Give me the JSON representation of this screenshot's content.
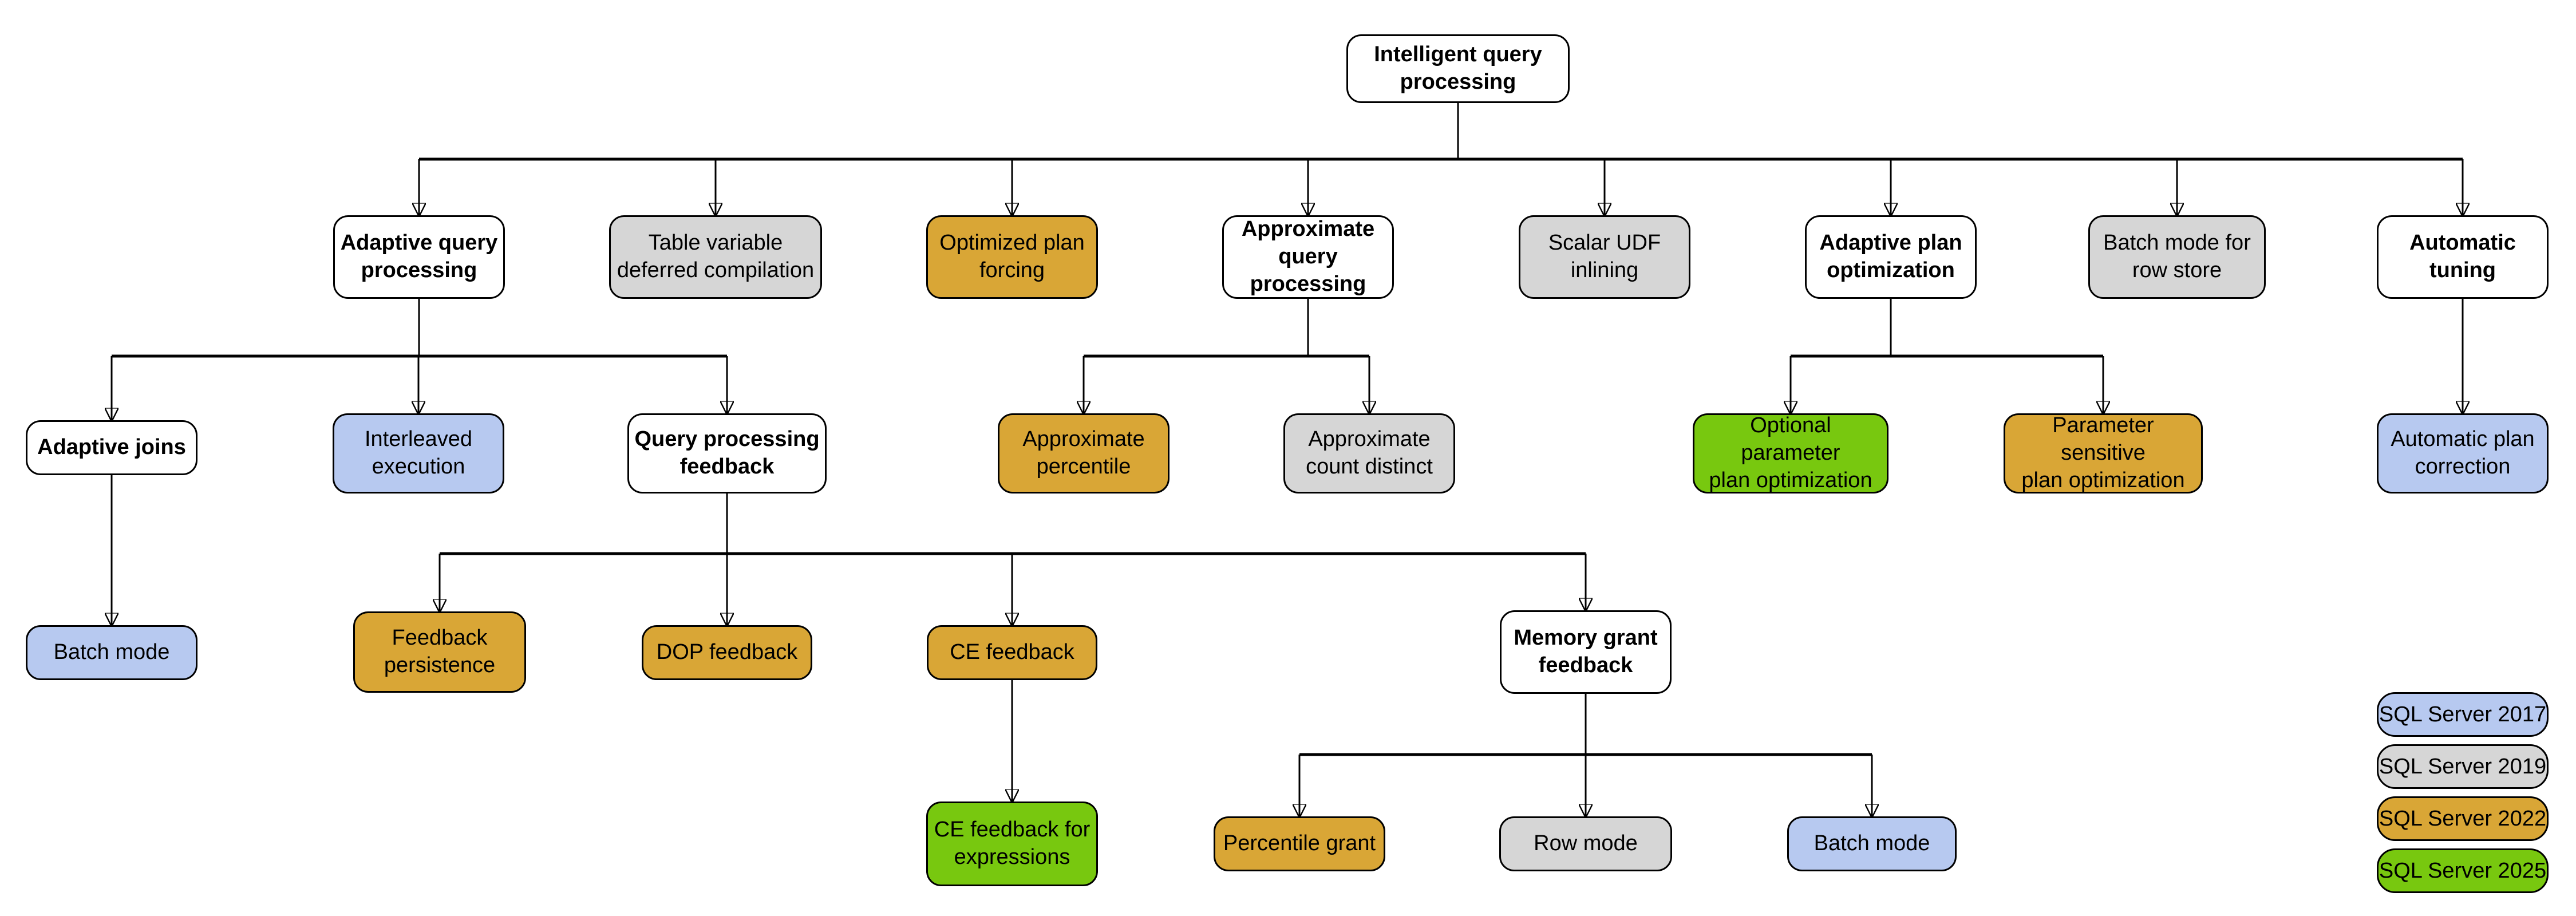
{
  "diagram": {
    "title": "Intelligent query processing",
    "palette": {
      "sql_server_2017": "#B7C9F0",
      "sql_server_2019": "#D6D6D6",
      "sql_server_2022": "#D9A636",
      "sql_server_2025": "#78C80F",
      "category_box": "#FFFFFF"
    }
  },
  "nodes": {
    "root": {
      "label": "Intelligent query\nprocessing",
      "version": "category"
    },
    "adaptive_query_processing": {
      "label": "Adaptive query\nprocessing",
      "version": "category"
    },
    "table_variable_deferred_compilation": {
      "label": "Table variable\ndeferred compilation",
      "version": "SQL Server 2019"
    },
    "optimized_plan_forcing": {
      "label": "Optimized plan\nforcing",
      "version": "SQL Server 2022"
    },
    "approximate_query_processing": {
      "label": "Approximate\nquery processing",
      "version": "category"
    },
    "scalar_udf_inlining": {
      "label": "Scalar UDF\ninlining",
      "version": "SQL Server 2019"
    },
    "adaptive_plan_optimization": {
      "label": "Adaptive plan\noptimization",
      "version": "category"
    },
    "batch_mode_for_row_store": {
      "label": "Batch mode for\nrow store",
      "version": "SQL Server 2019"
    },
    "automatic_tuning": {
      "label": "Automatic\ntuning",
      "version": "category"
    },
    "adaptive_joins": {
      "label": "Adaptive joins",
      "version": "category"
    },
    "interleaved_execution": {
      "label": "Interleaved\nexecution",
      "version": "SQL Server 2017"
    },
    "query_processing_feedback": {
      "label": "Query processing\nfeedback",
      "version": "category"
    },
    "approximate_percentile": {
      "label": "Approximate\npercentile",
      "version": "SQL Server 2022"
    },
    "approximate_count_distinct": {
      "label": "Approximate\ncount distinct",
      "version": "SQL Server 2019"
    },
    "optional_parameter_plan_optimization": {
      "label": "Optional parameter\nplan optimization",
      "version": "SQL Server 2025"
    },
    "parameter_sensitive_plan_optimization": {
      "label": "Parameter sensitive\nplan optimization",
      "version": "SQL Server 2022"
    },
    "automatic_plan_correction": {
      "label": "Automatic plan\ncorrection",
      "version": "SQL Server 2017"
    },
    "batch_mode_adaptive_joins": {
      "label": "Batch mode",
      "version": "SQL Server 2017"
    },
    "feedback_persistence": {
      "label": "Feedback\npersistence",
      "version": "SQL Server 2022"
    },
    "dop_feedback": {
      "label": "DOP feedback",
      "version": "SQL Server 2022"
    },
    "ce_feedback": {
      "label": "CE feedback",
      "version": "SQL Server 2022"
    },
    "memory_grant_feedback": {
      "label": "Memory grant\nfeedback",
      "version": "category"
    },
    "ce_feedback_for_expressions": {
      "label": "CE feedback for\nexpressions",
      "version": "SQL Server 2025"
    },
    "percentile_grant": {
      "label": "Percentile grant",
      "version": "SQL Server 2022"
    },
    "row_mode": {
      "label": "Row mode",
      "version": "SQL Server 2019"
    },
    "batch_mode_memory_grant": {
      "label": "Batch mode",
      "version": "SQL Server 2017"
    }
  },
  "legend": {
    "items": [
      {
        "label": "SQL Server 2017",
        "color": "#B7C9F0"
      },
      {
        "label": "SQL Server 2019",
        "color": "#D6D6D6"
      },
      {
        "label": "SQL Server 2022",
        "color": "#D9A636"
      },
      {
        "label": "SQL Server 2025",
        "color": "#78C80F"
      }
    ]
  }
}
